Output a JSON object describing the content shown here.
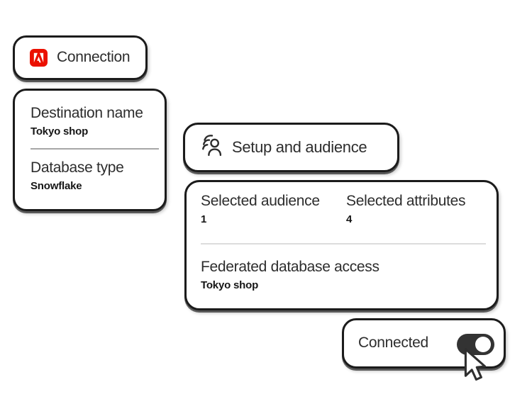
{
  "colors": {
    "accent_red": "#EB1000",
    "card_border": "#1b1b1b",
    "heading_text": "#2d2d2d",
    "value_text": "#161616",
    "divider_strong": "#a6a6a6",
    "divider_light": "#dcdcdc",
    "toggle_on_bg": "#333333",
    "toggle_knob": "#ffffff"
  },
  "connection_card": {
    "icon": "adobe-logo-icon",
    "label": "Connection"
  },
  "destination_card": {
    "fields": [
      {
        "label": "Destination name",
        "value": "Tokyo shop"
      },
      {
        "label": "Database type",
        "value": "Snowflake"
      }
    ]
  },
  "setup_card": {
    "icon": "audience-icon",
    "label": "Setup and audience"
  },
  "summary_card": {
    "stats": [
      {
        "label": "Selected audience",
        "value": "1"
      },
      {
        "label": "Selected attributes",
        "value": "4"
      }
    ],
    "federated": {
      "label": "Federated database access",
      "value": "Tokyo shop"
    }
  },
  "connected_card": {
    "label": "Connected",
    "toggle_state": "on"
  },
  "cursor": {
    "icon": "mouse-pointer-icon"
  }
}
